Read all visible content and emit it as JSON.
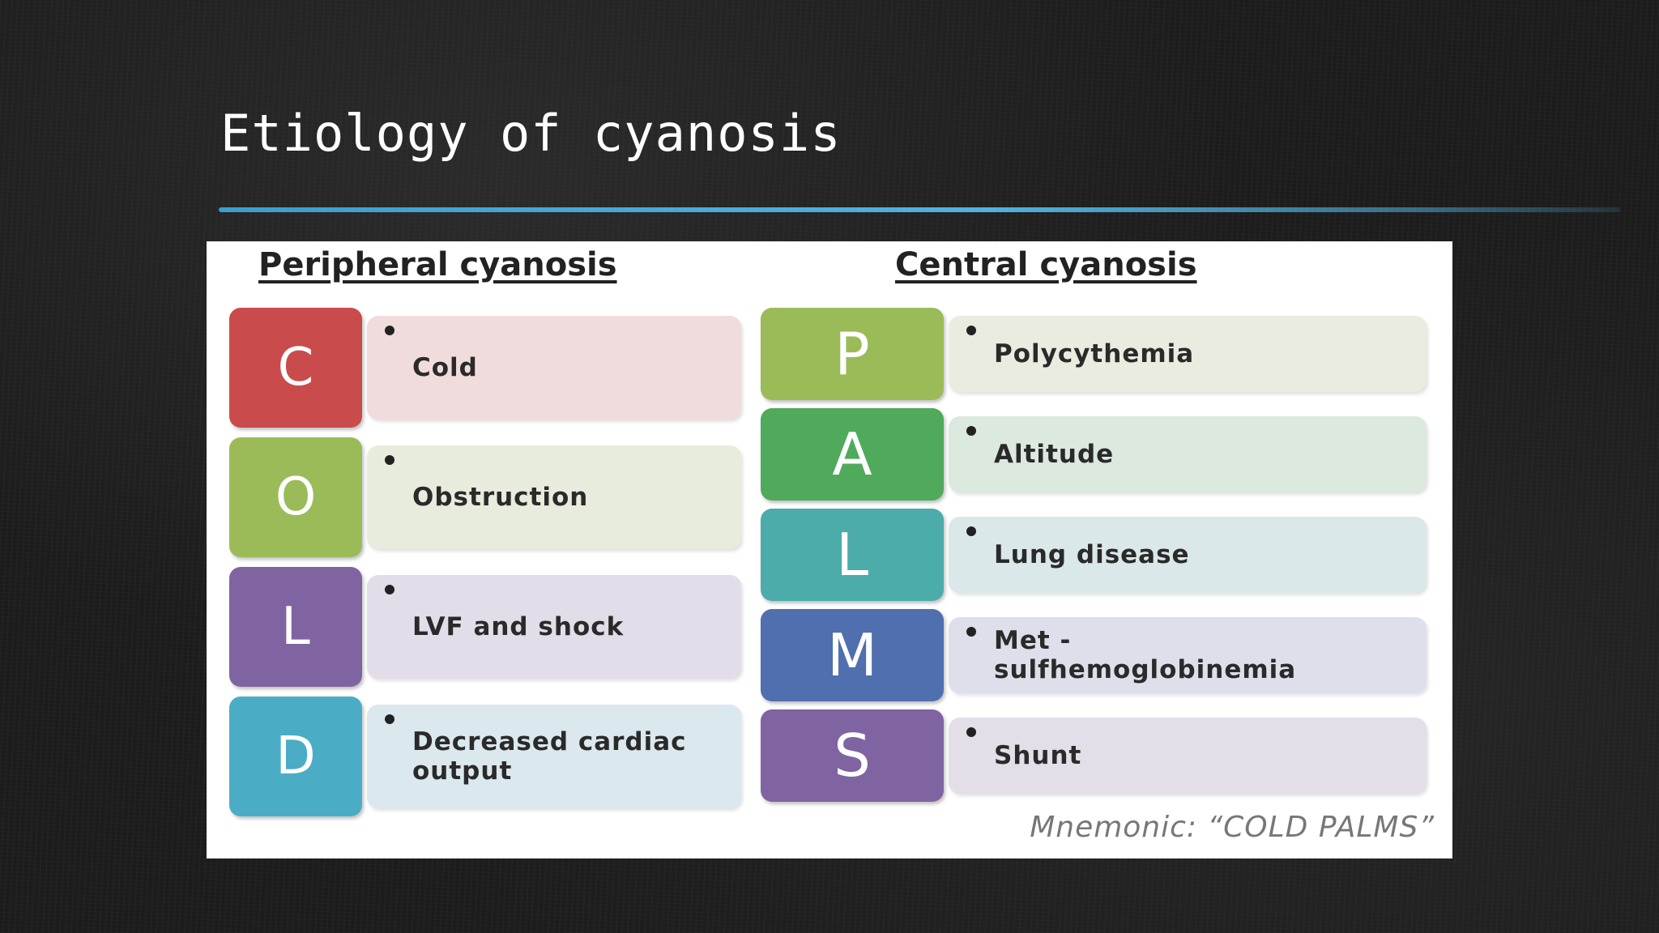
{
  "slide": {
    "title": "Etiology of cyanosis"
  },
  "peripheral": {
    "heading": "Peripheral cyanosis",
    "items": [
      {
        "letter": "C",
        "text": "Cold",
        "tab_color": "#c94b4b",
        "box_color": "#f1dcdd"
      },
      {
        "letter": "O",
        "text": "Obstruction",
        "tab_color": "#9bbb59",
        "box_color": "#e8ecdc"
      },
      {
        "letter": "L",
        "text": "LVF and shock",
        "tab_color": "#8064a2",
        "box_color": "#e2dde8"
      },
      {
        "letter": "D",
        "text": "Decreased cardiac output",
        "tab_color": "#4bacc6",
        "box_color": "#dbe8ee"
      }
    ]
  },
  "central": {
    "heading": "Central cyanosis",
    "items": [
      {
        "letter": "P",
        "text": "Polycythemia",
        "tab_color": "#9bbb59",
        "box_color": "#e9ecdf"
      },
      {
        "letter": "A",
        "text": "Altitude",
        "tab_color": "#4faa5c",
        "box_color": "#dbe9df"
      },
      {
        "letter": "L",
        "text": "Lung disease",
        "tab_color": "#4bacaa",
        "box_color": "#dbe8ea"
      },
      {
        "letter": "M",
        "text": "Met - sulfhemoglobinemia",
        "tab_color": "#4f6fae",
        "box_color": "#dde0ea"
      },
      {
        "letter": "S",
        "text": "Shunt",
        "tab_color": "#8064a2",
        "box_color": "#e4dee9"
      }
    ]
  },
  "mnemonic": "Mnemonic: “COLD PALMS”",
  "colors": {
    "title_rule": "#3a9fd0",
    "background": "#1c1c1c"
  }
}
